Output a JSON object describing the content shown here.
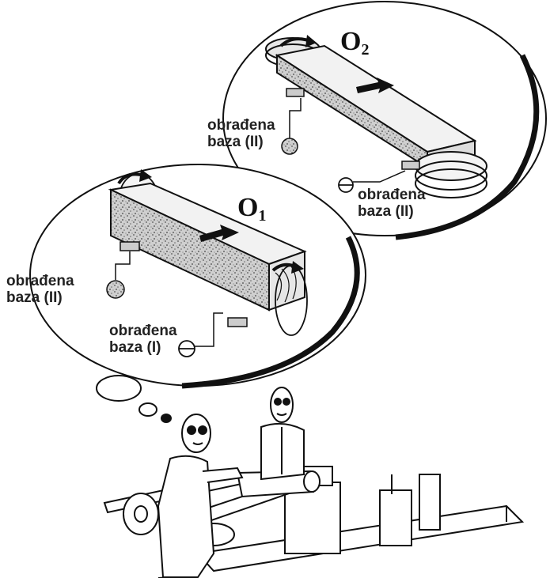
{
  "diagram": {
    "operation_1": {
      "letter": "O",
      "index": "1"
    },
    "operation_2": {
      "letter": "O",
      "index": "2"
    },
    "labels": {
      "o1_left_line1": "obrađena",
      "o1_left_line2": "baza (II)",
      "o1_bottom_line1": "obrađena",
      "o1_bottom_line2": "baza (I)",
      "o2_left_line1": "obrađena",
      "o2_left_line2": "baza (II)",
      "o2_right_line1": "obrađena",
      "o2_right_line2": "baza (II)"
    }
  }
}
